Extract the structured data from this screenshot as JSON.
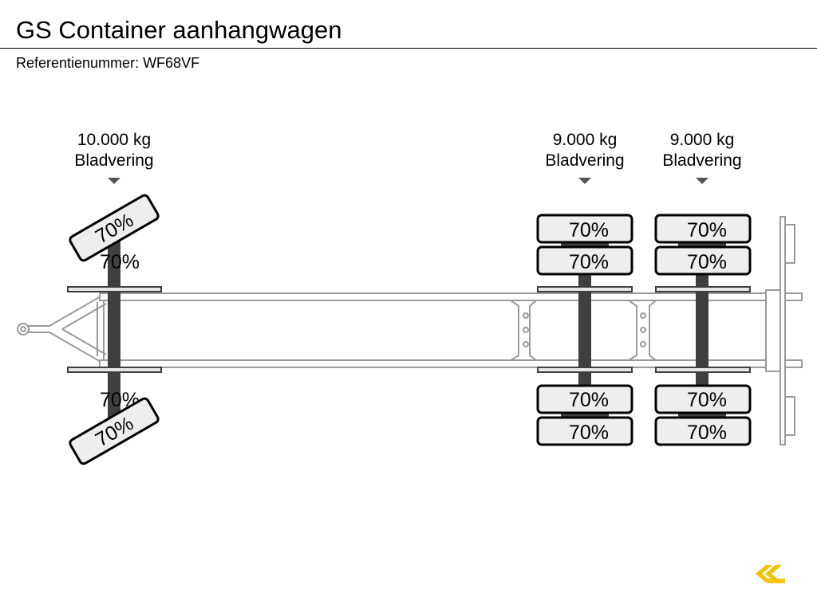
{
  "header": {
    "title": "GS Container aanhangwagen",
    "reference": "Referentienummer: WF68VF"
  },
  "axles": [
    {
      "load": "10.000 kg",
      "suspension": "Bladvering",
      "tires": {
        "outer_left": "70%",
        "inner_left": "70%",
        "inner_right": "70%",
        "outer_right": "70%"
      }
    },
    {
      "load": "9.000 kg",
      "suspension": "Bladvering",
      "tires": {
        "outer_left": "70%",
        "inner_left": "70%",
        "inner_right": "70%",
        "outer_right": "70%"
      }
    },
    {
      "load": "9.000 kg",
      "suspension": "Bladvering",
      "tires": {
        "outer_left": "70%",
        "inner_left": "70%",
        "inner_right": "70%",
        "outer_right": "70%"
      }
    }
  ],
  "colors": {
    "frame_stroke": "#9a9a9a",
    "axle_fill": "#3f3f3f",
    "tire_fill": "#eeeeee",
    "logo": "#f2c200"
  },
  "icons": {
    "logo": "double-chevron-left-icon",
    "marker": "triangle-down-icon"
  }
}
